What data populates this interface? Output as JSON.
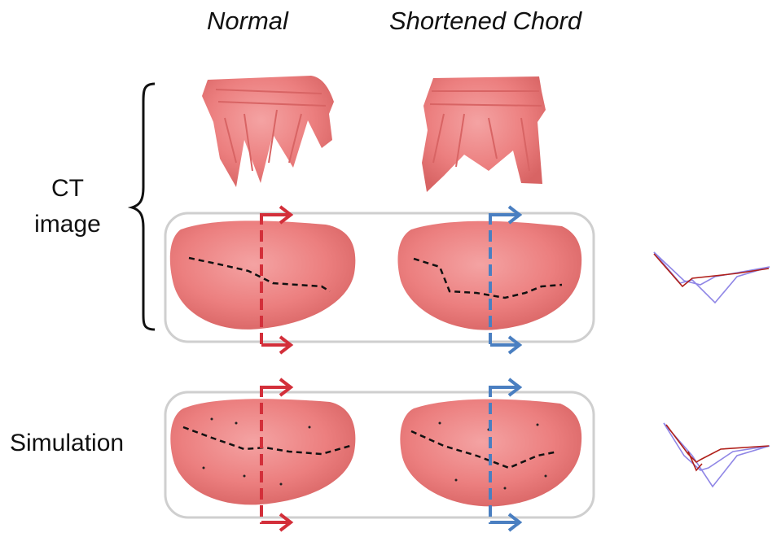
{
  "columns": {
    "normal": "Normal",
    "shortened": "Shortened Chord"
  },
  "rows": {
    "ct_line1": "CT",
    "ct_line2": "image",
    "simulation": "Simulation"
  },
  "colors": {
    "tissue": "#ec7f7f",
    "tissue_dark": "#d86464",
    "panel_border": "#cfcfcf",
    "normal_arrow": "#d32f3a",
    "shortened_arrow": "#4a7fc1",
    "profile_red": "#b0201a",
    "profile_blue": "#8f86e6"
  },
  "icons": [
    "brace-icon",
    "red-arrow-icon",
    "blue-arrow-icon"
  ]
}
